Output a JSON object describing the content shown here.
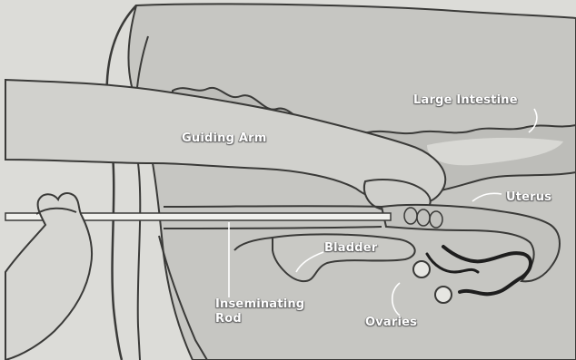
{
  "labels": {
    "large_intestine": "Large Intestine",
    "guiding_arm": "Guiding Arm",
    "uterus": "Uterus",
    "bladder": "Bladder",
    "inseminating_rod_line1": "Inseminating",
    "inseminating_rod_line2": "Rod",
    "ovaries": "Ovaries"
  },
  "colors": {
    "background": "#d9d9d5",
    "body_fill": "#c4c4c0",
    "arm_fill": "#cfcfcb",
    "outline": "#3a3a38",
    "oviduct": "#1e1e1e",
    "label_text": "#ffffff"
  }
}
